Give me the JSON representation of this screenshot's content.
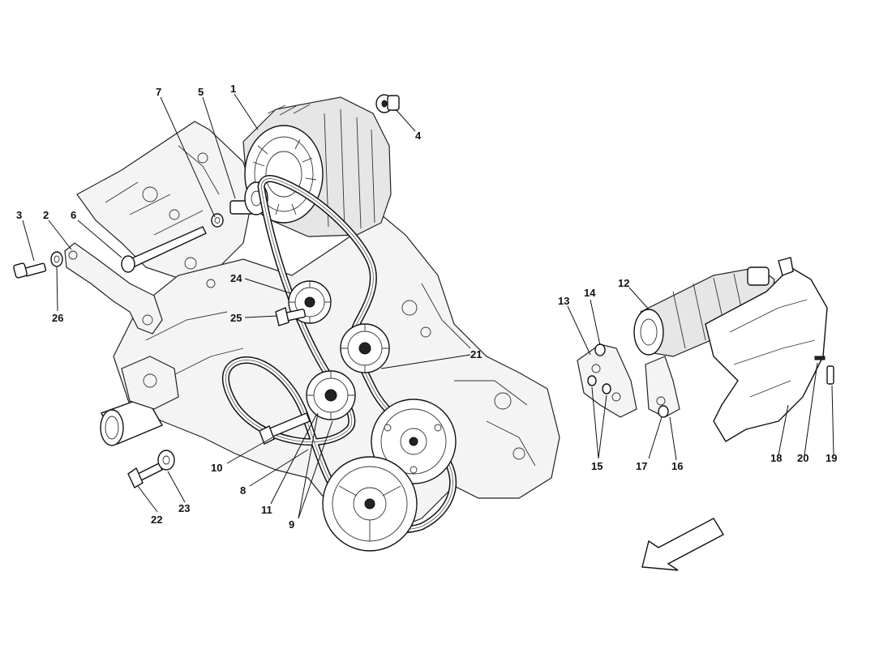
{
  "diagram": {
    "callouts": [
      {
        "id": "c1",
        "label": "1"
      },
      {
        "id": "c2",
        "label": "2"
      },
      {
        "id": "c3",
        "label": "3"
      },
      {
        "id": "c4",
        "label": "4"
      },
      {
        "id": "c5",
        "label": "5"
      },
      {
        "id": "c6",
        "label": "6"
      },
      {
        "id": "c7",
        "label": "7"
      },
      {
        "id": "c8",
        "label": "8"
      },
      {
        "id": "c9",
        "label": "9"
      },
      {
        "id": "c10",
        "label": "10"
      },
      {
        "id": "c11",
        "label": "11"
      },
      {
        "id": "c12",
        "label": "12"
      },
      {
        "id": "c13",
        "label": "13"
      },
      {
        "id": "c14",
        "label": "14"
      },
      {
        "id": "c15",
        "label": "15"
      },
      {
        "id": "c16",
        "label": "16"
      },
      {
        "id": "c17",
        "label": "17"
      },
      {
        "id": "c18",
        "label": "18"
      },
      {
        "id": "c19",
        "label": "19"
      },
      {
        "id": "c20",
        "label": "20"
      },
      {
        "id": "c21",
        "label": "21"
      },
      {
        "id": "c22",
        "label": "22"
      },
      {
        "id": "c23",
        "label": "23"
      },
      {
        "id": "c24",
        "label": "24"
      },
      {
        "id": "c25",
        "label": "25"
      },
      {
        "id": "c26",
        "label": "26"
      }
    ],
    "direction_arrow": "front-direction-arrow"
  }
}
